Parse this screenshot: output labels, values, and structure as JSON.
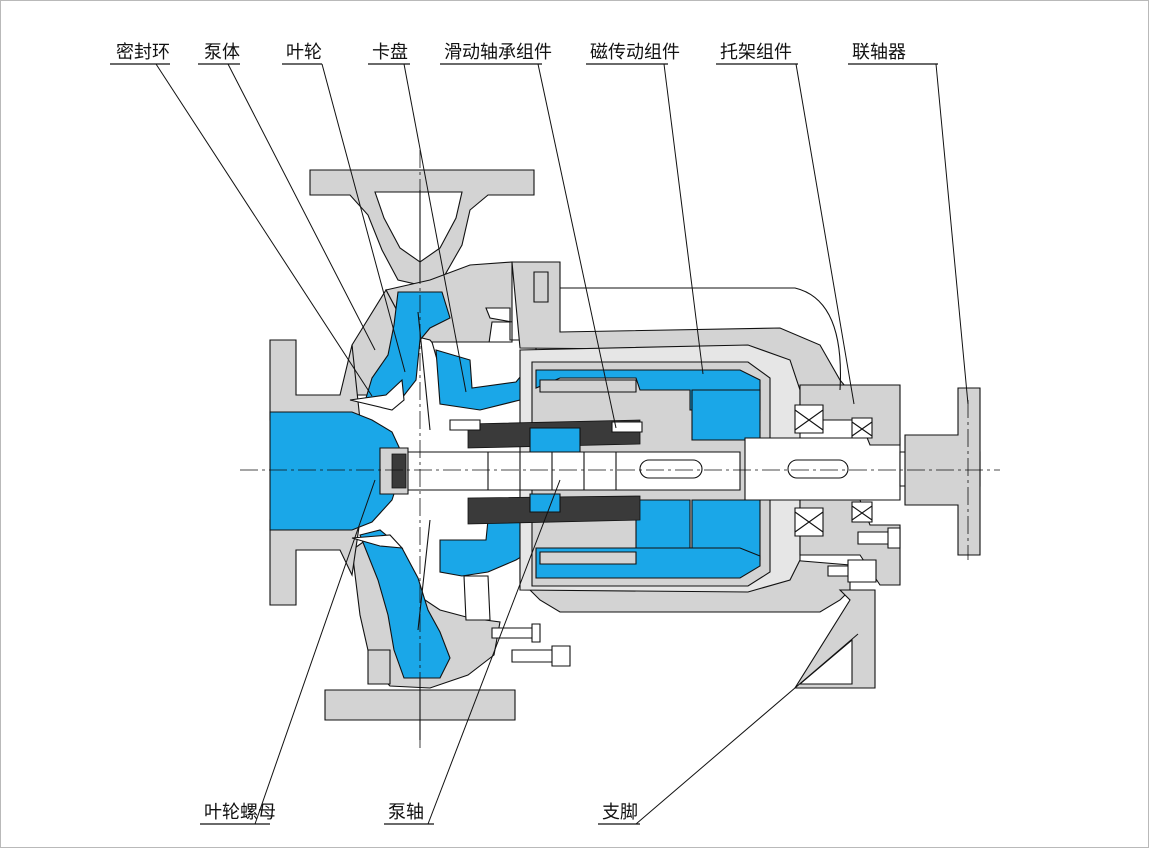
{
  "title": "",
  "labels": {
    "seal_ring": "密封环",
    "pump_body": "泵体",
    "impeller": "叶轮",
    "clamp_disk": "卡盘",
    "sliding_bearing": "滑动轴承组件",
    "magnetic_drive": "磁传动组件",
    "bracket": "托架组件",
    "coupling": "联轴器",
    "impeller_nut": "叶轮螺母",
    "pump_shaft": "泵轴",
    "support_foot": "支脚"
  },
  "colors": {
    "fluid": "#1aa7e8",
    "metal": "#d3d3d3",
    "outline": "#111111",
    "background": "#ffffff"
  }
}
